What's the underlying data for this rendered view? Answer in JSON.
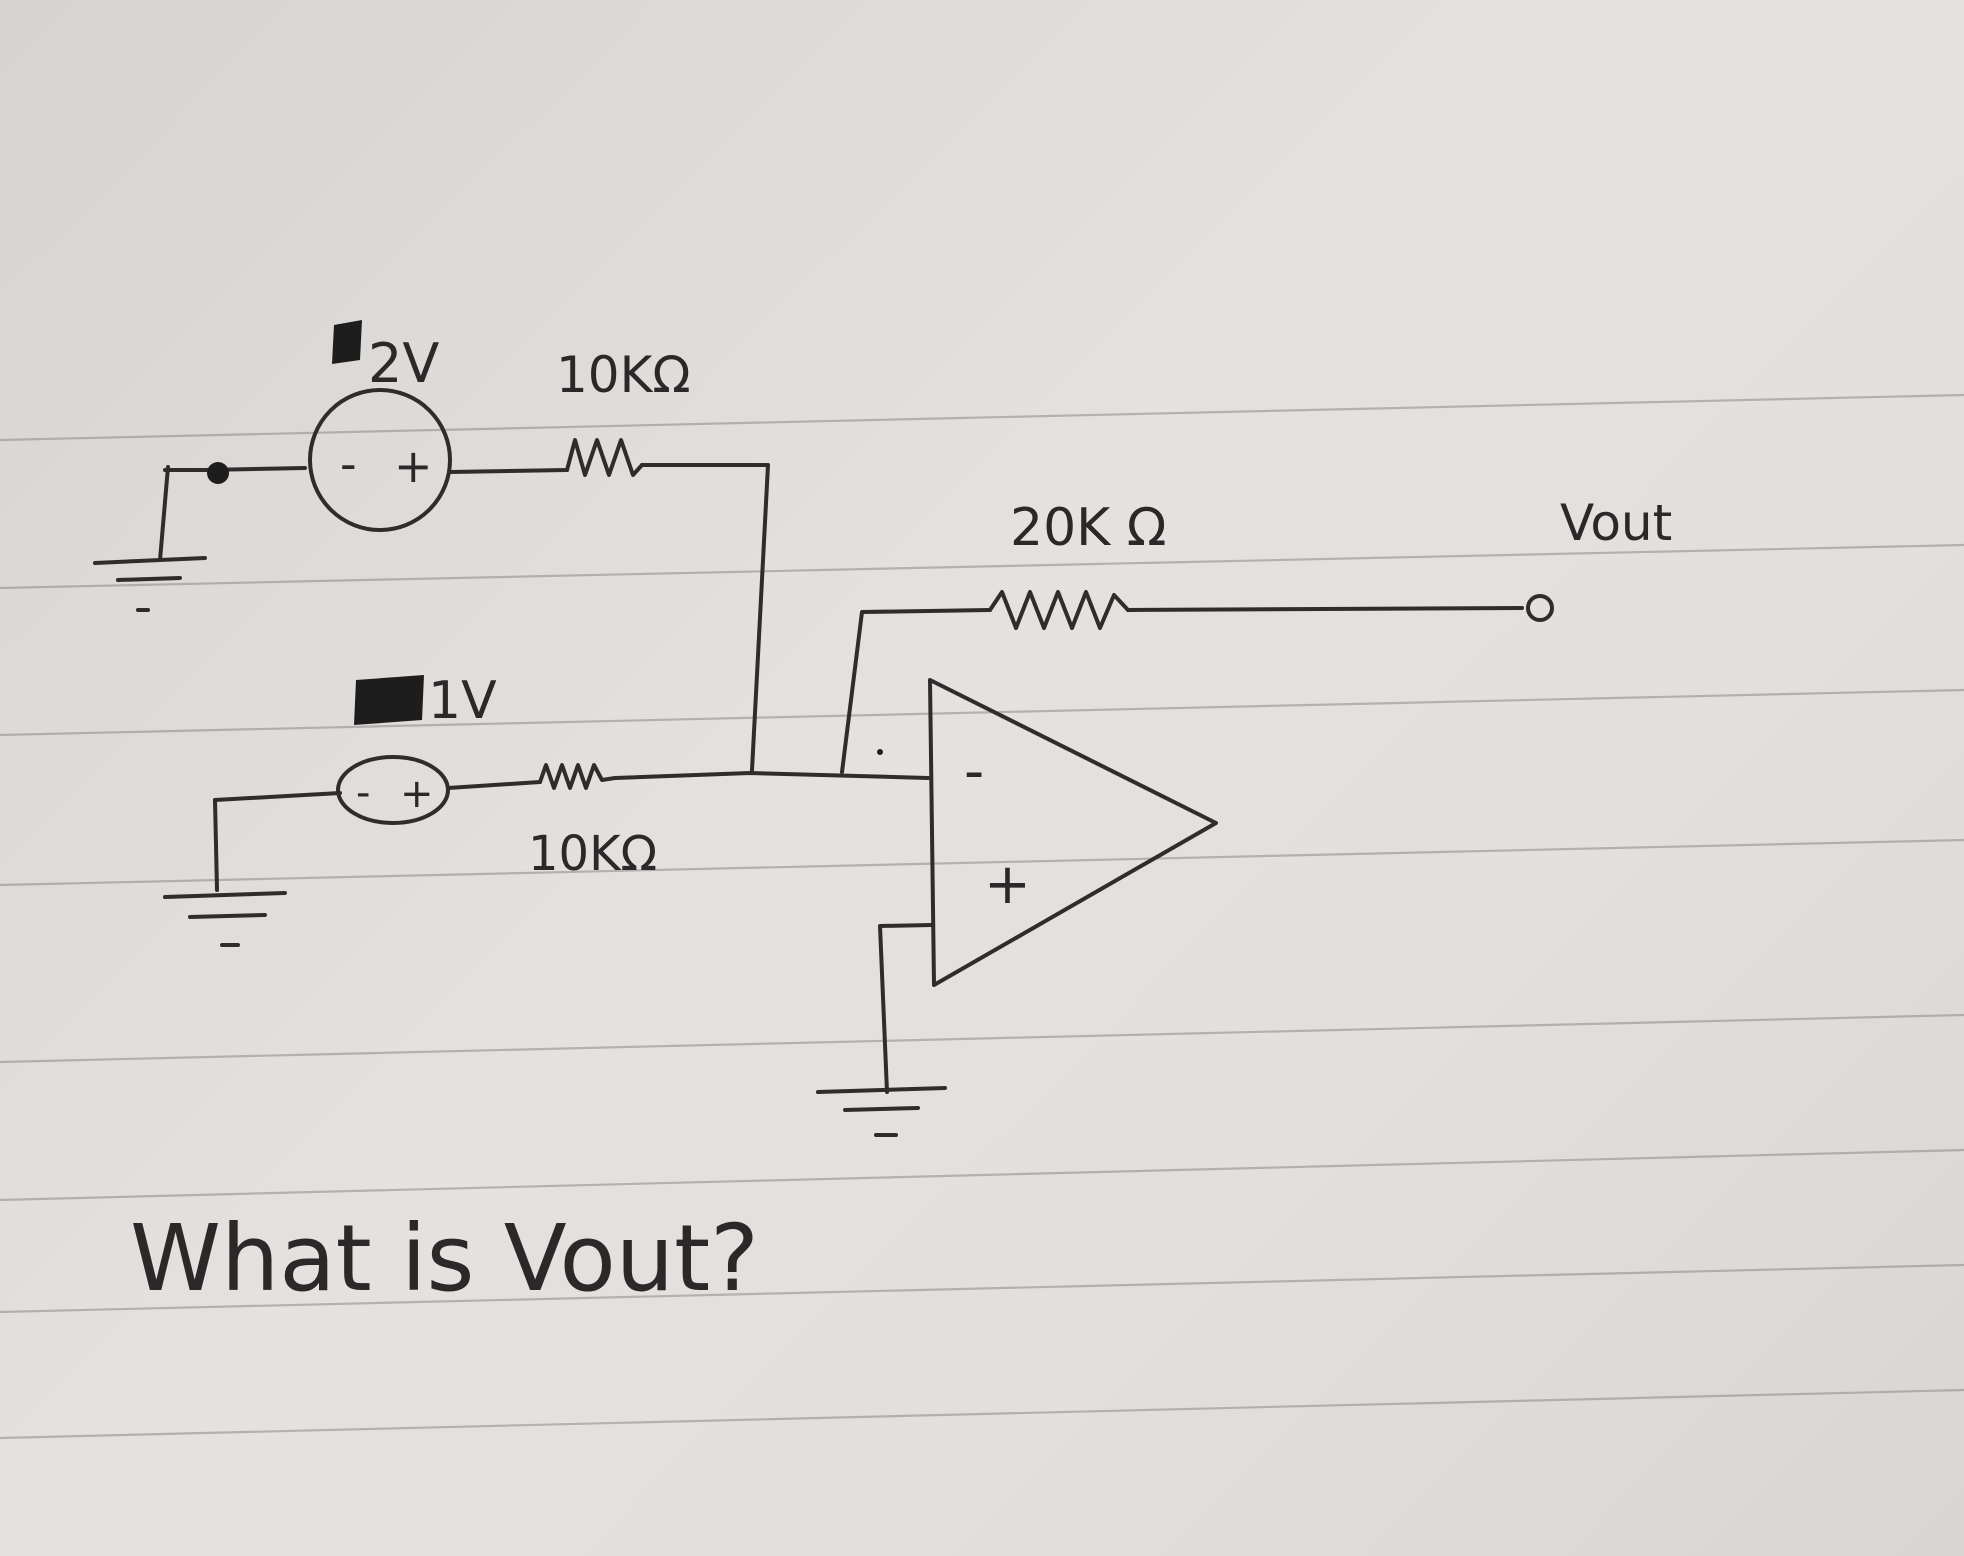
{
  "sources": {
    "top": {
      "value_label": "2V",
      "minus_symbol": "-",
      "plus_symbol": "+"
    },
    "bottom": {
      "value_label": "1V",
      "minus_symbol": "-",
      "plus_symbol": "+"
    }
  },
  "resistors": {
    "top_input": {
      "label": "10KΩ"
    },
    "bottom_input": {
      "label": "10KΩ"
    },
    "feedback": {
      "label": "20K Ω"
    }
  },
  "opamp": {
    "inverting_symbol": "-",
    "noninverting_symbol": "+"
  },
  "output": {
    "label": "Vout"
  },
  "question": {
    "text": "What is Vout?"
  }
}
